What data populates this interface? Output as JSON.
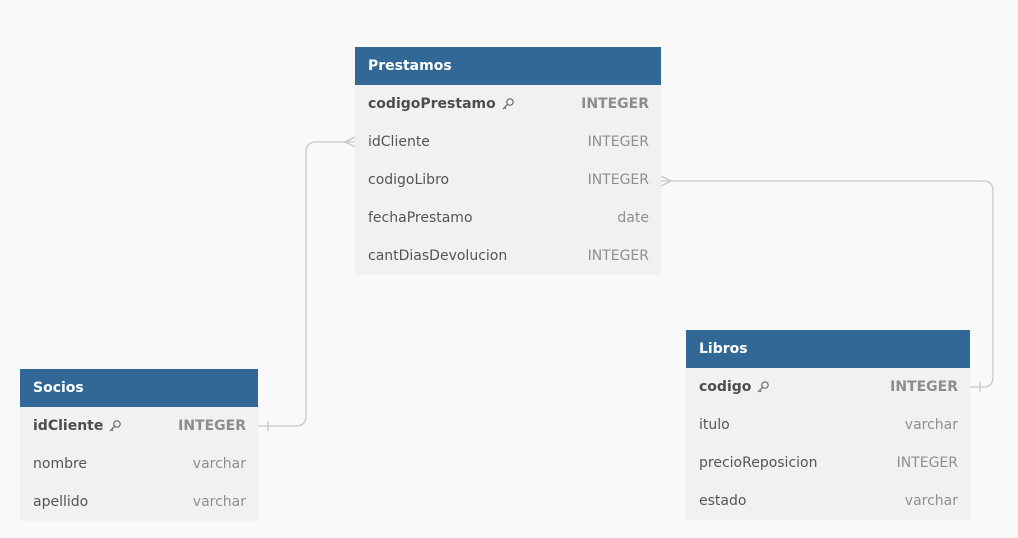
{
  "tables": {
    "prestamos": {
      "title": "Prestamos",
      "columns": [
        {
          "name": "codigoPrestamo",
          "type": "INTEGER",
          "primary_key": true
        },
        {
          "name": "idCliente",
          "type": "INTEGER"
        },
        {
          "name": "codigoLibro",
          "type": "INTEGER"
        },
        {
          "name": "fechaPrestamo",
          "type": "date"
        },
        {
          "name": "cantDiasDevolucion",
          "type": "INTEGER"
        }
      ]
    },
    "socios": {
      "title": "Socios",
      "columns": [
        {
          "name": "idCliente",
          "type": "INTEGER",
          "primary_key": true
        },
        {
          "name": "nombre",
          "type": "varchar"
        },
        {
          "name": "apellido",
          "type": "varchar"
        }
      ]
    },
    "libros": {
      "title": "Libros",
      "columns": [
        {
          "name": "codigo",
          "type": "INTEGER",
          "primary_key": true
        },
        {
          "name": "itulo",
          "type": "varchar"
        },
        {
          "name": "precioReposicion",
          "type": "INTEGER"
        },
        {
          "name": "estado",
          "type": "varchar"
        }
      ]
    }
  },
  "relationships": [
    {
      "from": "Socios.idCliente",
      "to": "Prestamos.idCliente",
      "from_end": "one",
      "to_end": "many"
    },
    {
      "from": "Libros.codigo",
      "to": "Prestamos.codigoLibro",
      "from_end": "one",
      "to_end": "many"
    }
  ],
  "colors": {
    "header": "#316896",
    "canvas": "#f9f9f9",
    "row_bg": "#f1f1f1",
    "connector": "#c8c8c8"
  },
  "icons": {
    "primary_key": "key-icon"
  }
}
